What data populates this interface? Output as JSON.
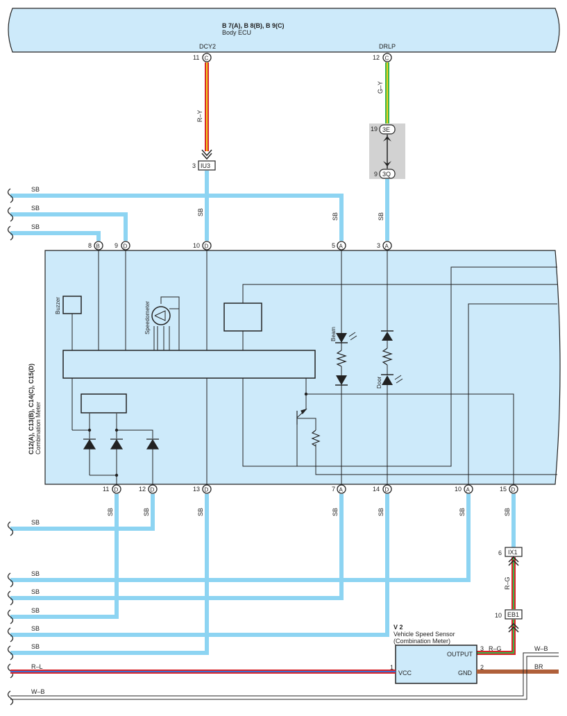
{
  "ecu": {
    "codes": "B 7(A), B 8(B), B 9(C)",
    "name": "Body ECU",
    "pin_dcy2": "DCY2",
    "pin_drlp": "DRLP",
    "pin_dcy2_no": "11",
    "pin_drlp_no": "12",
    "conn_c": "C"
  },
  "meter": {
    "codes": "C12(A), C13(B), C14(C), C15(D)",
    "name": "Combination Meter",
    "buzzer": "Buzzer",
    "speedometer": "Speedometer",
    "beam": "Beam",
    "door": "Door"
  },
  "connectors": {
    "iu3": "IU3",
    "iu3_pin": "3",
    "e3": "3E",
    "e3_pin": "19",
    "q3": "3Q",
    "q3_pin": "9",
    "ix1": "IX1",
    "ix1_pin": "6",
    "eb1": "EB1",
    "eb1_pin": "10"
  },
  "top_pins": [
    {
      "no": "8",
      "conn": "B"
    },
    {
      "no": "9",
      "conn": "D"
    },
    {
      "no": "10",
      "conn": "D"
    },
    {
      "no": "5",
      "conn": "A"
    },
    {
      "no": "3",
      "conn": "A"
    }
  ],
  "bottom_pins": [
    {
      "no": "11",
      "conn": "D"
    },
    {
      "no": "12",
      "conn": "D"
    },
    {
      "no": "13",
      "conn": "D"
    },
    {
      "no": "7",
      "conn": "A"
    },
    {
      "no": "14",
      "conn": "D"
    },
    {
      "no": "10",
      "conn": "A"
    },
    {
      "no": "15",
      "conn": "D"
    }
  ],
  "wires": {
    "sb": "SB",
    "ry": "R–Y",
    "gy": "G–Y",
    "rg": "R–G",
    "rl": "R–L",
    "wb": "W–B",
    "br": "BR"
  },
  "sensor": {
    "code": "V 2",
    "name": "Vehicle Speed Sensor",
    "sub": "(Combination Meter)",
    "output": "OUTPUT",
    "vcc": "VCC",
    "gnd": "GND",
    "pin_output": "3",
    "pin_vcc": "1",
    "pin_gnd": "2"
  },
  "colors": {
    "sb": "#8dd4f2",
    "panel": "#cdeafa",
    "red": "#d8262a",
    "yellow": "#f2d21f",
    "green": "#39b54a",
    "brown": "#b0603a",
    "blue_stripe": "#3b6fd0"
  }
}
